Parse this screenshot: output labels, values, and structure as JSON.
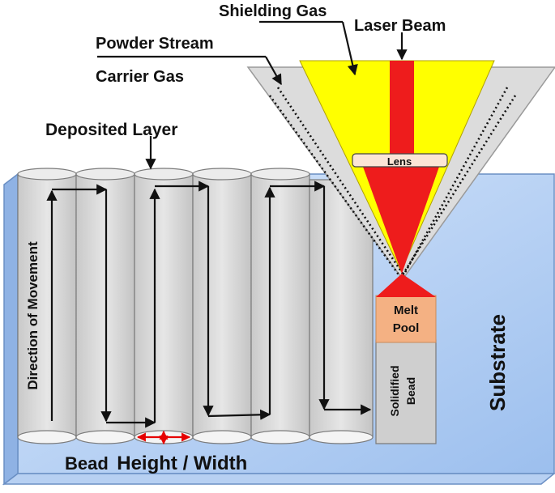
{
  "labels": {
    "shielding_gas": "Shielding Gas",
    "laser_beam": "Laser Beam",
    "powder_stream": "Powder Stream",
    "carrier_gas": "Carrier Gas",
    "deposited_layer": "Deposited Layer",
    "lens": "Lens",
    "melt": "Melt",
    "pool": "Pool",
    "solidified": "Solidified",
    "bead": "Bead",
    "direction_of_movement": "Direction of Movement",
    "bead_dimension_prefix": "Bead",
    "bead_dimension_suffix": "Height / Width",
    "substrate": "Substrate"
  },
  "colors": {
    "substrate": "#a9c8f0",
    "bead": "#d6d6d6",
    "nozzle": "#dcdcdc",
    "shielding_cone": "#ffff00",
    "laser": "#ee1c1c",
    "melt_pool": "#f4b183",
    "lens": "#fbe5d6",
    "dimension_arrow": "#e60000"
  }
}
